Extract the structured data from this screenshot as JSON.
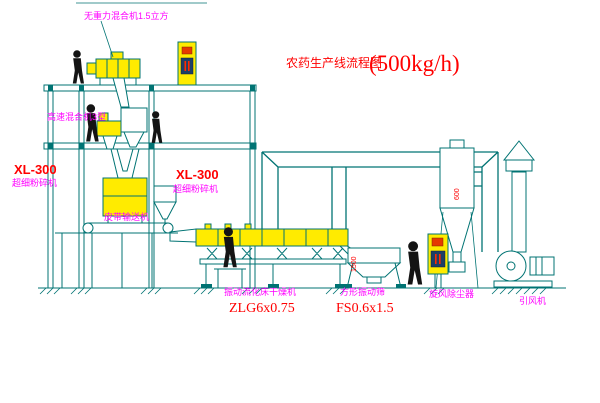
{
  "title": {
    "prefix": "农药生产线流程图",
    "capacity": "(500kg/h)"
  },
  "equipment_labels": {
    "gravity_mixer": "无重力混合机1.5立方",
    "high_speed_mixer": "高速混合机3型",
    "mill_left_model": "XL-300",
    "mill_left_name": "超细粉碎机",
    "mill_right_model": "XL-300",
    "mill_right_name": "超细粉碎机",
    "belt_conveyor": "皮带输送机",
    "dryer_name": "振动流化床干燥机",
    "dryer_model": "ZLG6x0.75",
    "sieve_name": "方形振动筛",
    "sieve_model": "FS0.6x1.5",
    "cyclone_name": "旋风除尘器",
    "fan_name": "引风机"
  },
  "dimension_annotations": {
    "cyclone_diameter": "600",
    "sieve_length": "1500"
  },
  "colors": {
    "line_teal": "#007373",
    "equipment_yellow": "#FFEB00",
    "label_magenta": "#FF00FF",
    "label_red": "#FF0000",
    "panel_navy": "#1E3F66",
    "figure_black": "#141414",
    "background": "#FFFFFF"
  }
}
